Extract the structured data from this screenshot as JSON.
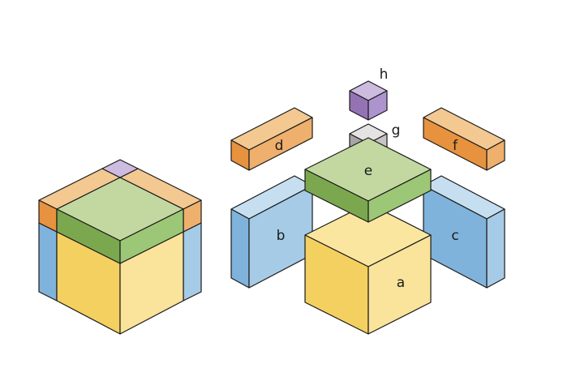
{
  "colors": {
    "yellow": [
      "#fbe6a0",
      "#f3d060",
      "#fae39a"
    ],
    "green": [
      "#c2d8a0",
      "#7ba84f",
      "#9cc776"
    ],
    "blue": [
      "#c6dff0",
      "#7fb3db",
      "#a6cbe6"
    ],
    "orange": [
      "#f3c891",
      "#e7923e",
      "#eeb06c"
    ],
    "purple": [
      "#cdbbe0",
      "#9473b5",
      "#ad94cf"
    ],
    "gray": [
      "#e4e2e2",
      "#a9a5a4",
      "#c7c4c3"
    ],
    "outline": "#1a1a1a"
  },
  "labels": {
    "a": "a",
    "b": "b",
    "c": "c",
    "d": "d",
    "e": "e",
    "f": "f",
    "g": "g",
    "h": "h"
  }
}
